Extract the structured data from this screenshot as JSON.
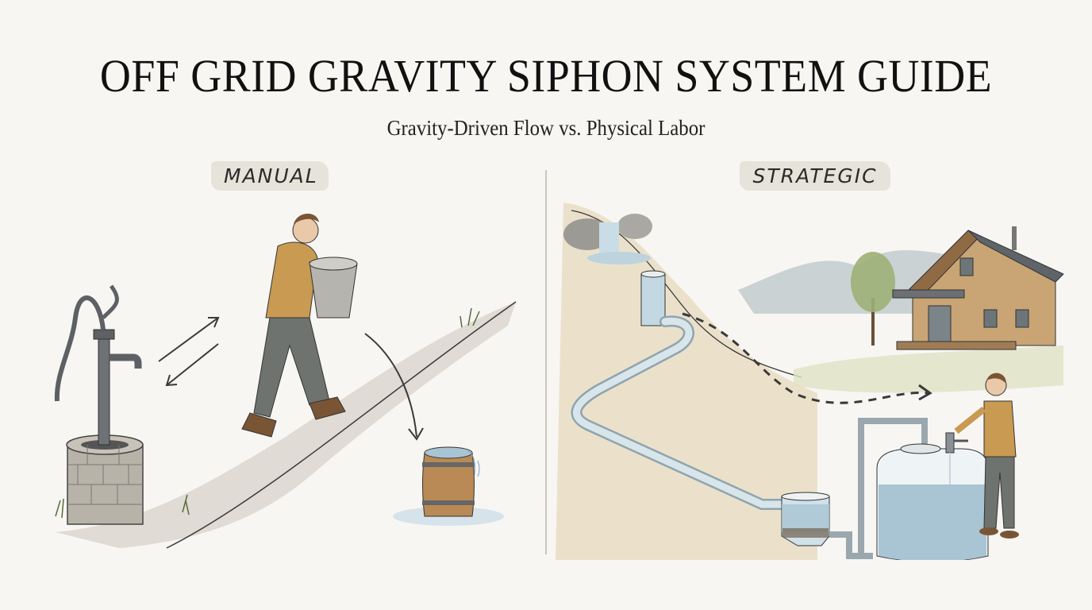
{
  "header": {
    "title": "OFF GRID GRAVITY SIPHON SYSTEM GUIDE",
    "subtitle": "Gravity-Driven Flow vs. Physical Labor"
  },
  "panels": [
    {
      "id": "manual",
      "label": "MANUAL",
      "scene": "Man carrying a metal bucket uphill from a hand pump well to a wooden barrel, with back-and-forth arrows showing repeated trips",
      "elements": [
        "hand-pump-well",
        "bidirectional-arrows",
        "man-carrying-bucket",
        "hill-slope",
        "down-arrow",
        "wooden-barrel",
        "water-splash"
      ]
    },
    {
      "id": "strategic",
      "label": "STRATEGIC",
      "scene": "Mountain spring feeds a collection tank, a pipe runs downhill by gravity into a settling tank and a large storage tank with a tap; a man opens the tap near a cabin",
      "elements": [
        "spring-waterfall",
        "intake-tank",
        "gravity-pipe",
        "dashed-arrow",
        "cabin",
        "tree",
        "mountains",
        "settling-tank",
        "storage-tank",
        "tap-valve",
        "man-at-tap"
      ]
    }
  ],
  "colors": {
    "background": "#f7f6f3",
    "label_bg": "#e6e3da",
    "divider": "#c9c6c0",
    "ink": "#2b2b2b",
    "shirt": "#c99a52",
    "pants": "#6f736f",
    "water": "#a9c4d2",
    "wood": "#b98a55",
    "hill_sand": "#e3d4b0",
    "hill_green": "#dfe2c4",
    "stone": "#a8a59d",
    "pipe": "#cfdde4"
  }
}
